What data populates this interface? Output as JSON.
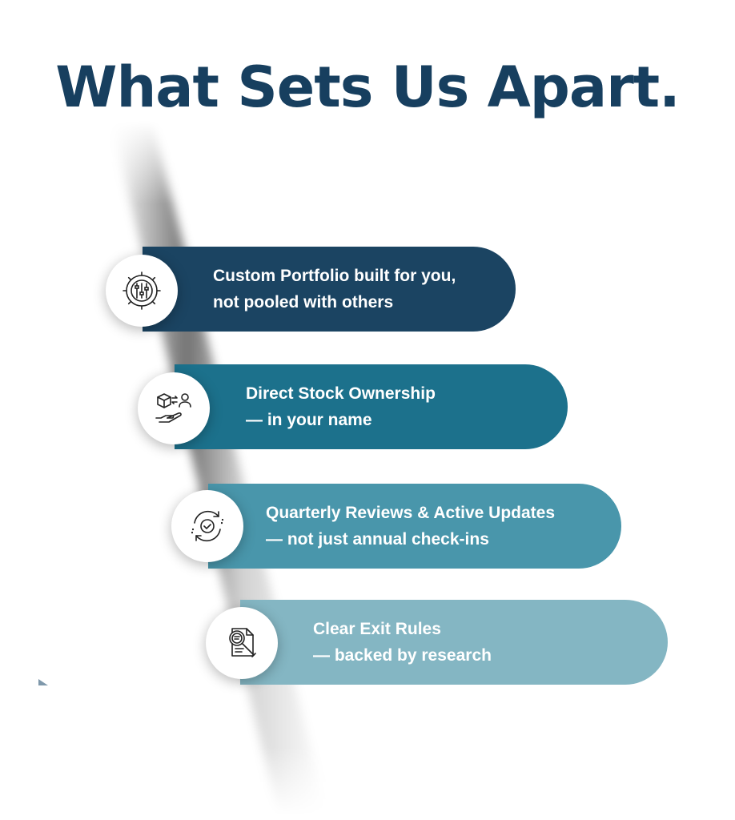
{
  "title": "What Sets Us Apart.",
  "colors": {
    "title": "#173f5f",
    "card1": "#1b4462",
    "card2": "#1c718c",
    "card3": "#4996ab",
    "card4": "#84b6c3"
  },
  "features": [
    {
      "icon": "gear-sliders-icon",
      "line1": "Custom Portfolio built for you,",
      "line2": "not pooled with others"
    },
    {
      "icon": "hand-box-person-icon",
      "line1": "Direct Stock Ownership",
      "line2": "— in your name"
    },
    {
      "icon": "refresh-check-icon",
      "line1": "Quarterly Reviews & Active Updates",
      "line2": "— not just annual check-ins"
    },
    {
      "icon": "document-magnifier-icon",
      "line1": "Clear Exit Rules",
      "line2": "— backed by research"
    }
  ]
}
